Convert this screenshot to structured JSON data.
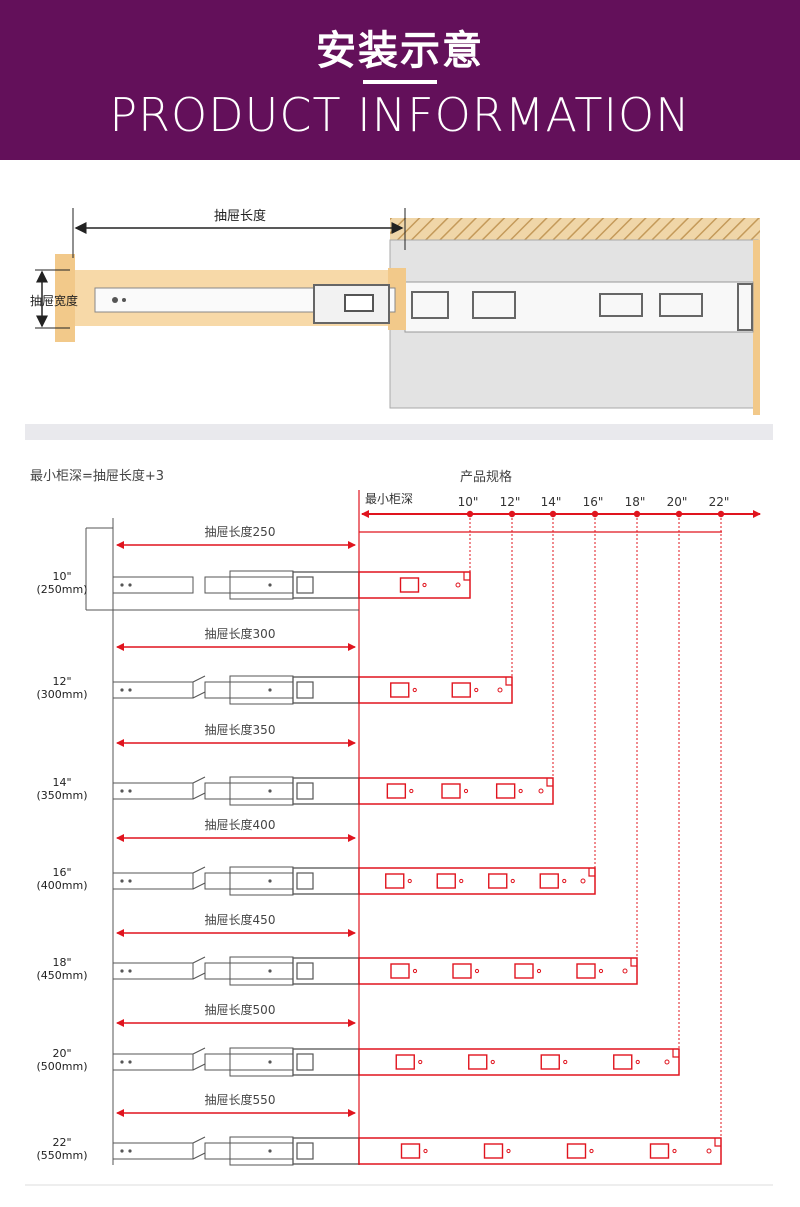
{
  "header": {
    "title": "安装示意",
    "subtitle": "PRODUCT INFORMATION"
  },
  "top_diagram": {
    "drawer_length_label": "抽屉长度",
    "drawer_width_label": "抽屉宽度"
  },
  "spec_chart": {
    "formula": "最小柜深=抽屉长度+3",
    "spec_header": "产品规格",
    "min_depth_label": "最小柜深",
    "scale_ticks": [
      "10\"",
      "12\"",
      "14\"",
      "16\"",
      "18\"",
      "20\"",
      "22\""
    ],
    "rows": [
      {
        "length_label": "抽屉长度250",
        "size_in": "10\"",
        "size_mm": "(250mm)"
      },
      {
        "length_label": "抽屉长度300",
        "size_in": "12\"",
        "size_mm": "(300mm)"
      },
      {
        "length_label": "抽屉长度350",
        "size_in": "14\"",
        "size_mm": "(350mm)"
      },
      {
        "length_label": "抽屉长度400",
        "size_in": "16\"",
        "size_mm": "(400mm)"
      },
      {
        "length_label": "抽屉长度450",
        "size_in": "18\"",
        "size_mm": "(450mm)"
      },
      {
        "length_label": "抽屉长度500",
        "size_in": "20\"",
        "size_mm": "(500mm)"
      },
      {
        "length_label": "抽屉长度550",
        "size_in": "22\"",
        "size_mm": "(550mm)"
      }
    ]
  },
  "colors": {
    "banner": "#63105a",
    "red": "#e0141e",
    "gray_line": "#555555",
    "wood": "#f2c98a"
  }
}
